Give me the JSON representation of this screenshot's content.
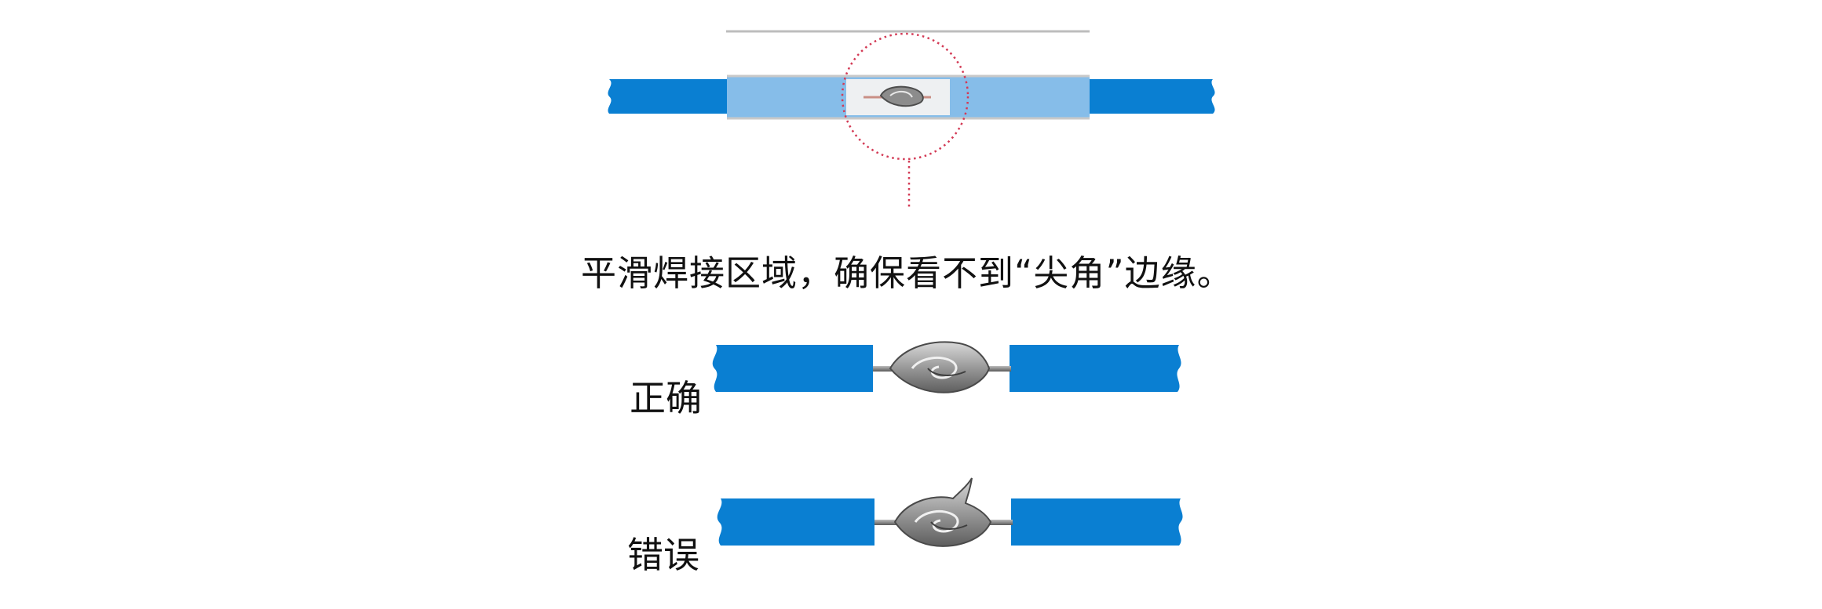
{
  "caption": "平滑焊接区域，确保看不到“尖角”边缘。",
  "examples": [
    {
      "key": "correct",
      "label": "正确"
    },
    {
      "key": "wrong",
      "label": "错误"
    }
  ],
  "colors": {
    "wire_blue": "#0a7fd2",
    "sleeve_light_blue": "#86bde9",
    "zoom_circle": "#d33a55",
    "joint_grey": "#8e8e8e",
    "reference_line": "#bdbdbd"
  },
  "icons": {
    "zoom_marker": "dotted-circle",
    "joint": "twisted-wire-solder-joint"
  }
}
